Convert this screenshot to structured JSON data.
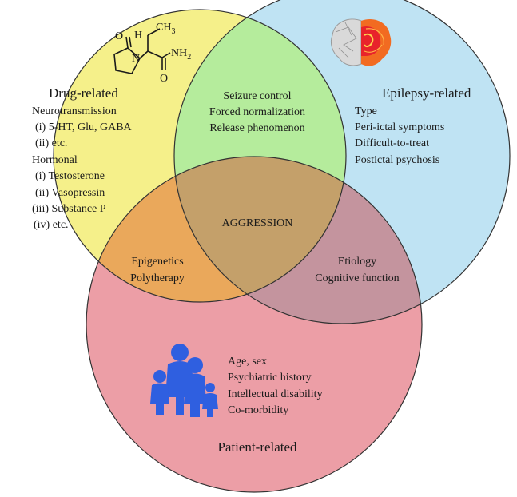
{
  "diagram": {
    "colors": {
      "drug_circle": "#f5f08a",
      "epilepsy_circle": "#bfe3f3",
      "patient_circle": "#ec9ea6",
      "drug_epilepsy_overlap": "#b5ec9c",
      "drug_patient_overlap": "#eaa85b",
      "epilepsy_patient_overlap": "#c4949e",
      "center_overlap": "#c4a06a",
      "outline": "#333333",
      "people_icon": "#2f5fe0"
    },
    "drug": {
      "title": "Drug-related",
      "neuro_heading": "Neurotransmission",
      "neuro_items": [
        "(i)  5-HT, Glu, GABA",
        "(ii) etc."
      ],
      "hormonal_heading": "Hormonal",
      "hormonal_items": [
        "(i)   Testosterone",
        "(ii)  Vasopressin",
        "(iii) Substance P",
        "(iv) etc."
      ],
      "molecule": {
        "atom_o": "O",
        "atom_n": "N",
        "atom_h": "H",
        "group_ch3": "CH",
        "group_ch3_sub": "3",
        "group_nh2": "NH",
        "group_nh2_sub": "2",
        "atom_o2": "O"
      }
    },
    "epilepsy": {
      "title": "Epilepsy-related",
      "items": [
        "Type",
        "Peri-ictal symptoms",
        "Difficult-to-treat",
        "Postictal psychosis"
      ],
      "icon": "brain-icon"
    },
    "drug_epilepsy": {
      "items": [
        "Seizure control",
        "Forced normalization",
        "Release phenomenon"
      ]
    },
    "center": {
      "label": "AGGRESSION"
    },
    "drug_patient": {
      "items": [
        "Epigenetics",
        "Polytherapy"
      ]
    },
    "epilepsy_patient": {
      "items": [
        "Etiology",
        "Cognitive function"
      ]
    },
    "patient": {
      "title": "Patient-related",
      "items": [
        "Age, sex",
        "Psychiatric history",
        "Intellectual disability",
        "Co-morbidity"
      ],
      "icon": "family-icon"
    }
  }
}
